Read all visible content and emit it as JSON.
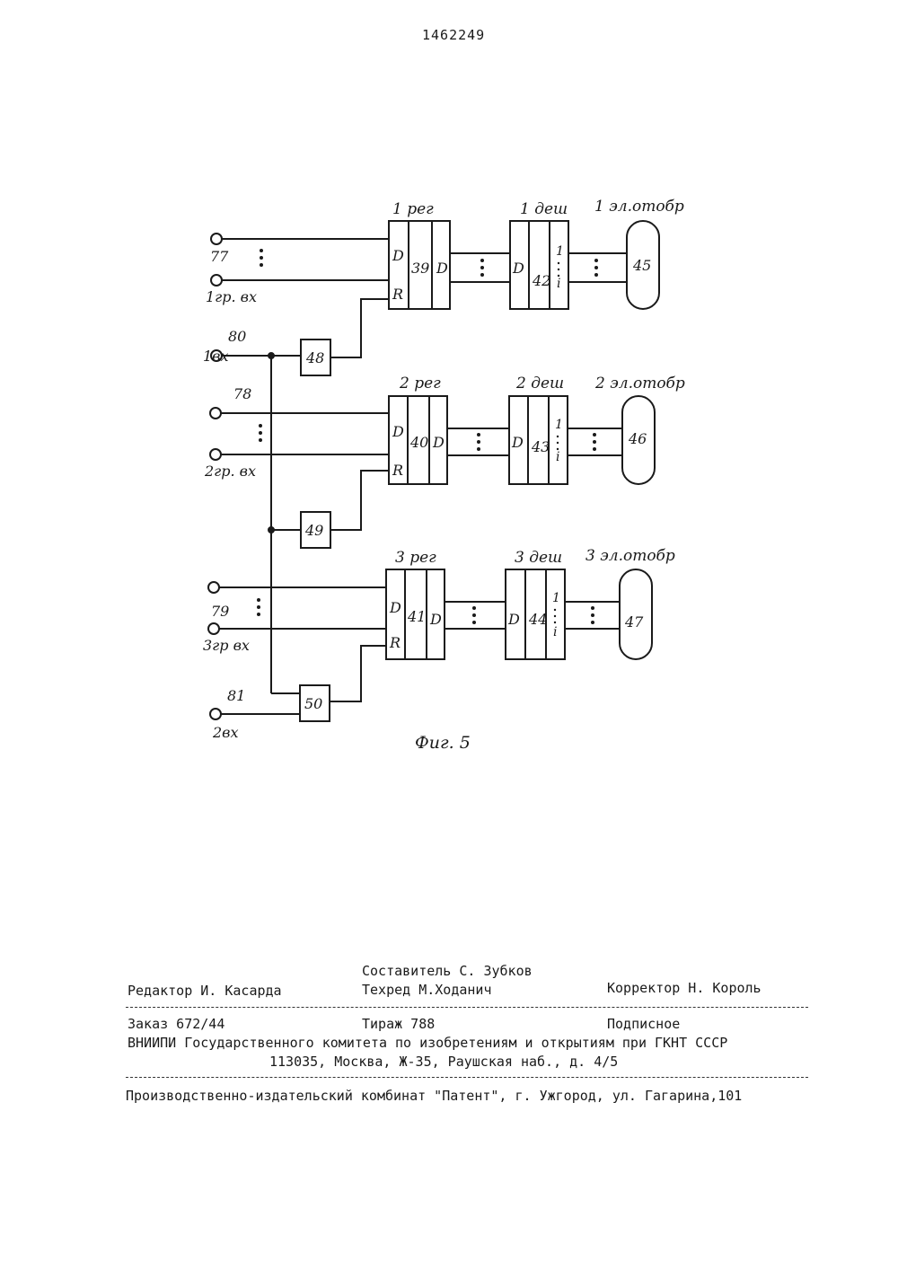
{
  "patent_number": "1462249",
  "diagram": {
    "figure_caption": "Фиг. 5",
    "channels": [
      {
        "register_label": "1 рег",
        "register_id": "39",
        "decoder_label": "1 деш",
        "decoder_id": "42",
        "display_label": "1 эл.отобр",
        "display_id": "45",
        "input_id": "77",
        "input_label": "1гр. вх",
        "reset_element_id": "48"
      },
      {
        "register_label": "2 рег",
        "register_id": "40",
        "decoder_label": "2 деш",
        "decoder_id": "43",
        "display_label": "2 эл.отобр",
        "display_id": "46",
        "input_id": "78",
        "input_label": "2гр. вх",
        "reset_element_id": "49"
      },
      {
        "register_label": "3 рег",
        "register_id": "41",
        "decoder_label": "3 деш",
        "decoder_id": "44",
        "display_label": "3 эл.отобр",
        "display_id": "47",
        "input_id": "79",
        "input_label": "3гр вх",
        "reset_element_id": "50"
      }
    ],
    "control_inputs": [
      {
        "id": "80",
        "label": "1вх"
      },
      {
        "id": "81",
        "label": "2вх"
      }
    ],
    "pin_labels": {
      "data": "D",
      "reset": "R",
      "first": "1",
      "last": "i"
    }
  },
  "imprint": {
    "compiler": "Составитель С. Зубков",
    "editor": "Редактор И. Касарда",
    "techred": "Техред М.Ходанич",
    "corrector": "Корректор Н. Король",
    "order": "Заказ 672/44",
    "circulation": "Тираж 788",
    "subscription": "Подписное",
    "organization": "ВНИИПИ Государственного комитета по изобретениям и открытиям при ГКНТ СССР",
    "address": "113035, Москва, Ж-35, Раушская наб., д. 4/5",
    "publisher": "Производственно-издательский комбинат \"Патент\", г. Ужгород, ул. Гагарина,101"
  }
}
